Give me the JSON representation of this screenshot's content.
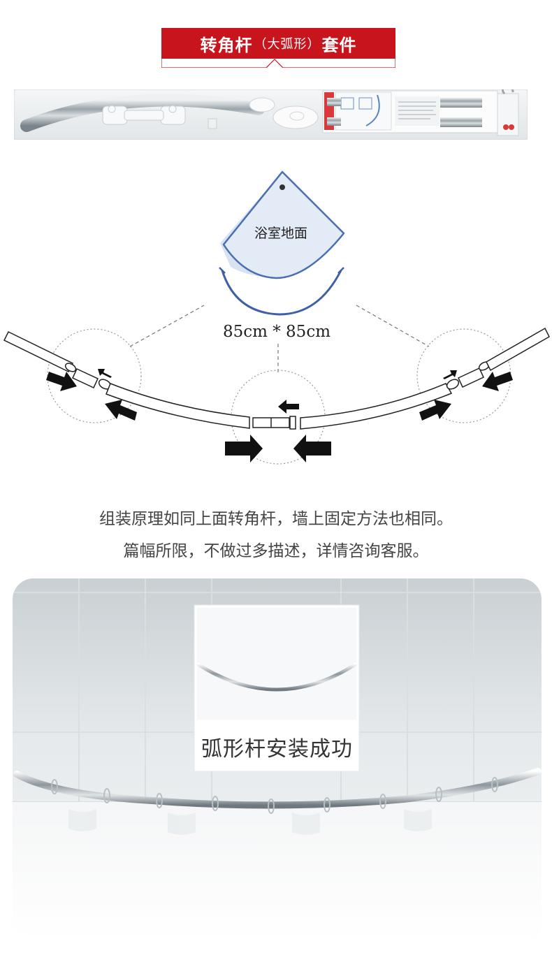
{
  "banner": {
    "title_main": "转角杆",
    "title_paren": "（大弧形）",
    "title_end": "套件"
  },
  "diagram": {
    "floor_label": "浴室地面",
    "size_label": "85cm * 85cm"
  },
  "description": {
    "line1": "组装原理如同上面转角杆，墙上固定方法也相同。",
    "line2": "篇幅所限，不做过多描述，详情咨询客服。"
  },
  "photo": {
    "caption": "弧形杆安装成功"
  }
}
